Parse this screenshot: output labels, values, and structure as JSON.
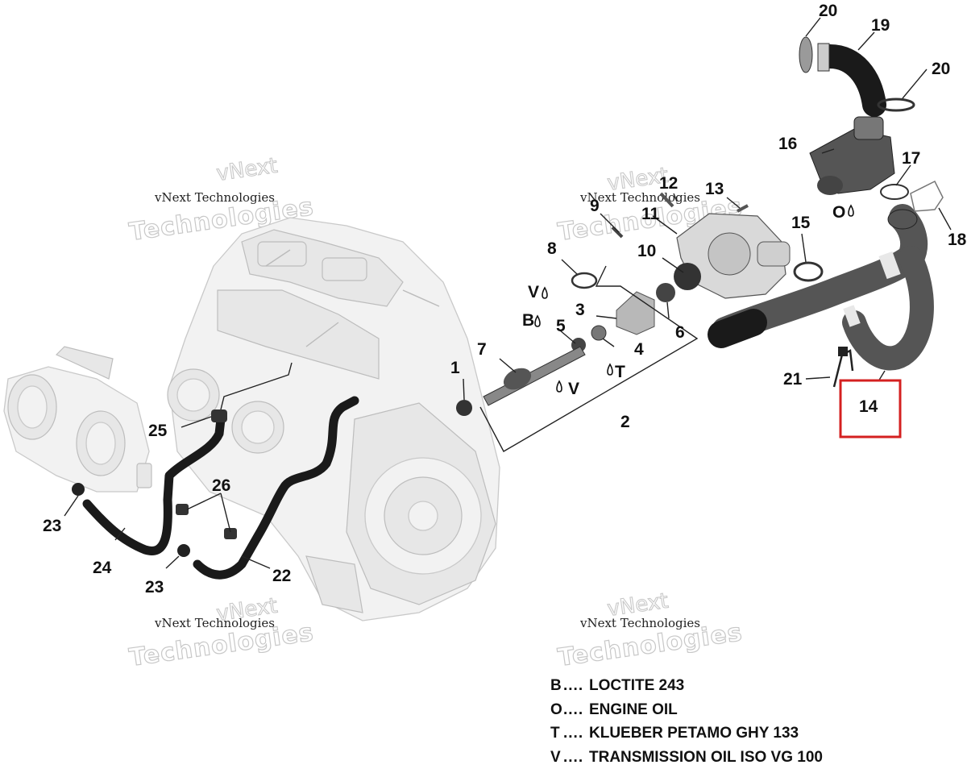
{
  "callouts": {
    "c1": "1",
    "c2": "2",
    "c3": "3",
    "c4": "4",
    "c5": "5",
    "c6": "6",
    "c7": "7",
    "c8": "8",
    "c9": "9",
    "c10": "10",
    "c11": "11",
    "c12": "12",
    "c13": "13",
    "c14": "14",
    "c15": "15",
    "c16": "16",
    "c17": "17",
    "c18": "18",
    "c19": "19",
    "c20a": "20",
    "c20b": "20",
    "c21": "21",
    "c22": "22",
    "c23a": "23",
    "c23b": "23",
    "c24": "24",
    "c25": "25",
    "c26": "26"
  },
  "markers": {
    "v_top": "V",
    "b_top": "B",
    "v_gear": "V",
    "t_bearing": "T",
    "o_seal": "O"
  },
  "watermark": {
    "line1": "vNext Technologies",
    "line2": "Technologies",
    "line3": "vNext"
  },
  "legend": [
    {
      "code": "B",
      "sep": "....",
      "text": "LOCTITE 243"
    },
    {
      "code": "O",
      "sep": "....",
      "text": "ENGINE OIL"
    },
    {
      "code": "T",
      "sep": "....",
      "text": "KLUEBER PETAMO GHY 133"
    },
    {
      "code": "V",
      "sep": "....",
      "text": "TRANSMISSION OIL ISO VG 100"
    }
  ],
  "highlight": {
    "color": "#d42020",
    "target": "14"
  }
}
